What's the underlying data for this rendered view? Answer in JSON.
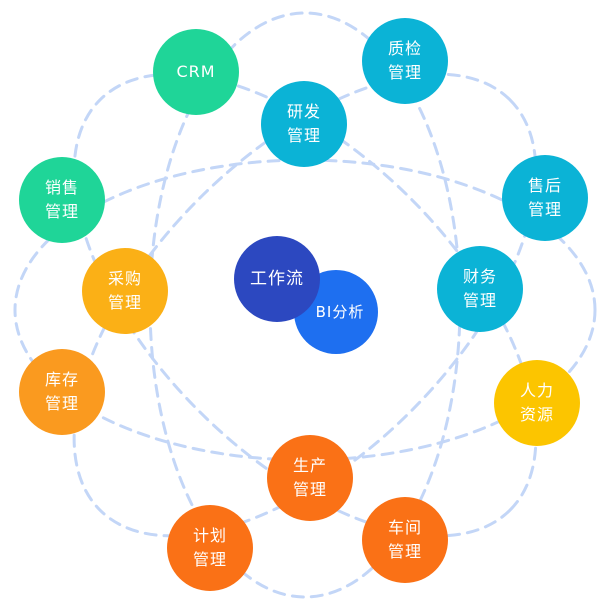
{
  "center": {
    "primary": "工作流",
    "secondary": "BI分析"
  },
  "nodes": {
    "crm": {
      "line1": "CRM",
      "color": "#1fd598"
    },
    "zhijian": {
      "line1": "质检",
      "line2": "管理",
      "color": "#0bb3d6"
    },
    "yanfa": {
      "line1": "研发",
      "line2": "管理",
      "color": "#0bb3d6"
    },
    "xiaoshou": {
      "line1": "销售",
      "line2": "管理",
      "color": "#1fd598"
    },
    "shouhou": {
      "line1": "售后",
      "line2": "管理",
      "color": "#0bb3d6"
    },
    "caigou": {
      "line1": "采购",
      "line2": "管理",
      "color": "#fbb016"
    },
    "caiwu": {
      "line1": "财务",
      "line2": "管理",
      "color": "#0bb3d6"
    },
    "kucun": {
      "line1": "库存",
      "line2": "管理",
      "color": "#fa9a1f"
    },
    "renli": {
      "line1": "人力",
      "line2": "资源",
      "color": "#fcc500"
    },
    "shengchan": {
      "line1": "生产",
      "line2": "管理",
      "color": "#fa7116"
    },
    "jihua": {
      "line1": "计划",
      "line2": "管理",
      "color": "#fa7116"
    },
    "chejian": {
      "line1": "车间",
      "line2": "管理",
      "color": "#fa7116"
    }
  },
  "colors": {
    "orbit": "#c3d6f7",
    "center_primary": "#2c48c0",
    "center_secondary": "#1e6ff0"
  }
}
